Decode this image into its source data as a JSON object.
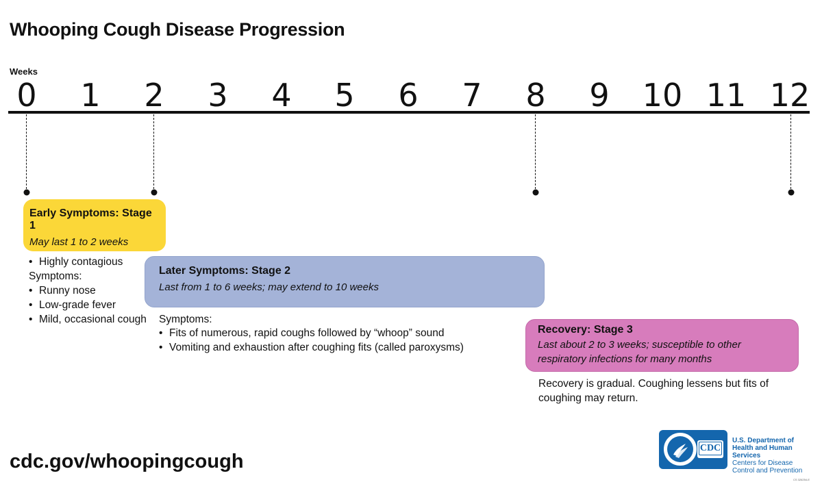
{
  "title": "Whooping Cough Disease Progression",
  "axis": {
    "label": "Weeks",
    "ticks": [
      "0",
      "1",
      "2",
      "3",
      "4",
      "5",
      "6",
      "7",
      "8",
      "9",
      "10",
      "11",
      "12"
    ]
  },
  "stages": {
    "stage1": {
      "title": "Early Symptoms: Stage 1",
      "subtitle": "May last 1 to 2 weeks",
      "color": "#fbd738",
      "notes": [
        "Highly contagious",
        "Symptoms:",
        "Runny nose",
        "Low-grade fever",
        "Mild, occasional cough"
      ]
    },
    "stage2": {
      "title": "Later Symptoms: Stage 2",
      "subtitle": "Last from 1 to 6 weeks; may extend to 10 weeks",
      "color": "#a4b3d8",
      "notes": [
        "Symptoms:",
        "Fits of numerous, rapid coughs followed by “whoop” sound",
        "Vomiting and exhaustion after coughing fits (called paroxysms)"
      ]
    },
    "stage3": {
      "title": "Recovery: Stage 3",
      "subtitle_line1": "Last about 2 to 3 weeks; susceptible to other",
      "subtitle_line2": "respiratory infections for many months",
      "color": "#d77cbc",
      "note_line1": "Recovery is gradual. Coughing lessens but fits of",
      "note_line2": "coughing may return."
    }
  },
  "footer": {
    "url": "cdc.gov/whoopingcough",
    "logo_text": "CDC",
    "org_line1": "U.S. Department of",
    "org_line2": "Health and Human Services",
    "org_line3": "Centers for Disease",
    "org_line4": "Control and Prevention",
    "doc_code": "CS 326254-E"
  }
}
